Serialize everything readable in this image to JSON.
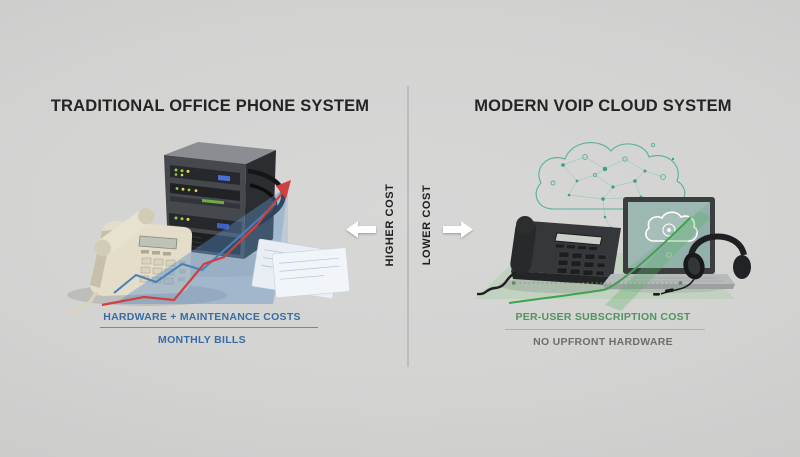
{
  "colors": {
    "background": "#d3d3d2",
    "divider": "#bcbcbc",
    "title_text": "#242424",
    "accent_blue": "#3a6ca3",
    "accent_green": "#52935f",
    "muted_gray": "#6e6e6c",
    "arrow_white": "#ffffff",
    "chart_blue": "#4a80b8",
    "chart_red": "#cf4040",
    "chart_green": "#3fa34d",
    "cloud_teal": "#55b09e"
  },
  "left_panel": {
    "title": "TRADITIONAL OFFICE PHONE SYSTEM",
    "cost_label": "HARDWARE + MAINTENANCE COSTS",
    "sub_label": "MONTHLY BILLS",
    "illustration_items": [
      "legacy-desk-phone",
      "pbx-server-tower",
      "rising-cost-chart",
      "paper-bills"
    ]
  },
  "center": {
    "left_arrow_label": "HIGHER COST",
    "right_arrow_label": "LOWER COST"
  },
  "right_panel": {
    "title": "MODERN VOIP CLOUD SYSTEM",
    "cost_label": "PER-USER SUBSCRIPTION COST",
    "sub_label": "NO UPFRONT HARDWARE",
    "illustration_items": [
      "network-cloud",
      "voip-desk-phone",
      "laptop-with-cloud-app",
      "usb-headset",
      "flat-subscription-chart"
    ]
  }
}
